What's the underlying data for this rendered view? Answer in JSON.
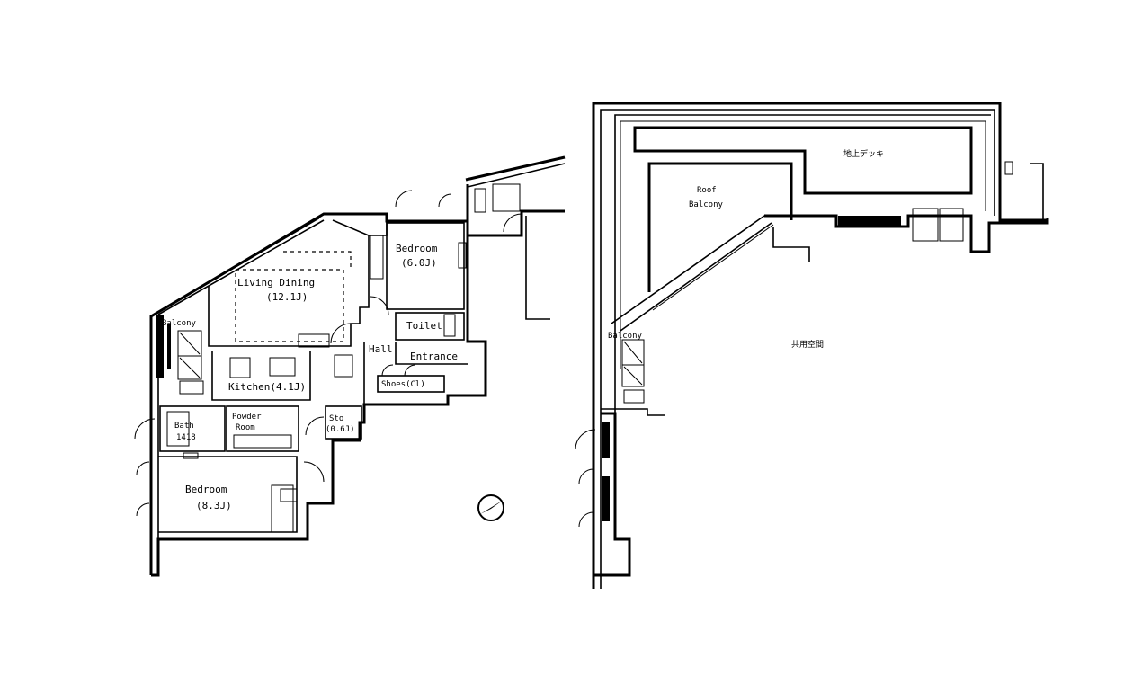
{
  "rooms": {
    "living_dining": {
      "name": "Living Dining",
      "size": "(12.1J)"
    },
    "bedroom_1": {
      "name": "Bedroom",
      "size": "(6.0J)"
    },
    "bedroom_2": {
      "name": "Bedroom",
      "size": "(8.3J)"
    },
    "kitchen": {
      "name": "Kitchen(4.1J)"
    },
    "bath": {
      "name": "Bath",
      "size": "1418"
    },
    "powder_room": {
      "name": "Powder",
      "name2": "Room"
    },
    "toilet": {
      "name": "Toilet"
    },
    "hall": {
      "name": "Hall"
    },
    "entrance": {
      "name": "Entrance"
    },
    "shoes_cl": {
      "name": "Shoes(Cl)"
    },
    "storage": {
      "name": "Sto",
      "size": "(0.6J)"
    },
    "balcony_left": {
      "name": "Balcony"
    },
    "roof_balcony": {
      "name": "Roof",
      "name2": "Balcony"
    },
    "sky_deck": {
      "name": "地上デッキ"
    },
    "balcony_right": {
      "name": "Balcony"
    },
    "exterior": {
      "name": "共用空間"
    }
  }
}
